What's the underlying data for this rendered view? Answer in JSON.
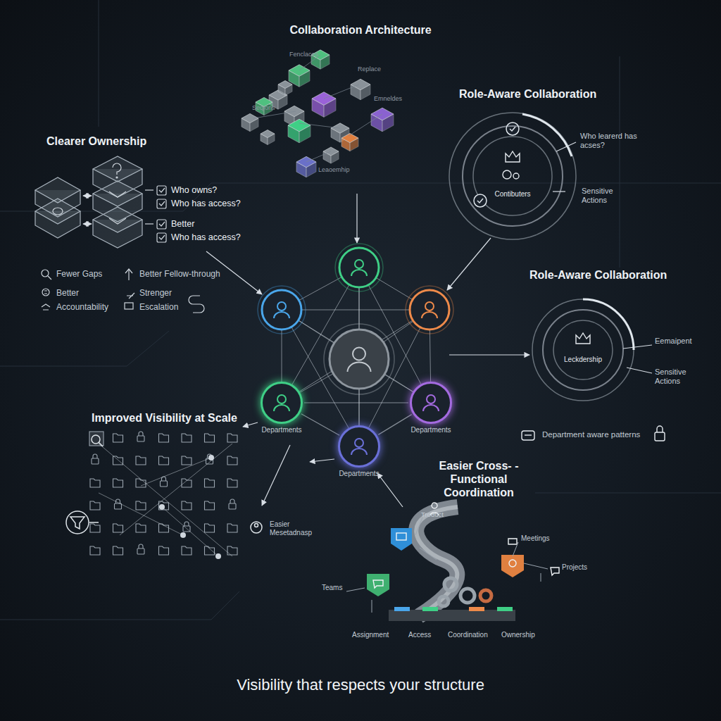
{
  "diagram": {
    "title": "Collaboration Architecture",
    "caption": "Visibility that respects your structure",
    "nodes": [
      {
        "text": [
          "Contibuters"
        ]
      },
      {
        "text": [
          "Leckdership"
        ]
      },
      {
        "text": [
          "Departments"
        ]
      },
      {
        "text": [
          "Departments"
        ]
      },
      {
        "text": [
          "Departments"
        ]
      }
    ],
    "edges": [
      {
        "from": 2,
        "to": 4,
        "arrow": "none"
      },
      {
        "from": 3,
        "to": 4,
        "arrow": "none"
      },
      {
        "from": 2,
        "to": 3,
        "arrow": "none"
      }
    ],
    "labels": [
      "Fenclaces",
      "Replace",
      "Emneldes",
      "Seqions",
      "Leaoemhip",
      "Clearer Ownership",
      "Who owns?",
      "Who has access?",
      "Better",
      "Who has access?",
      "Fewer Gaps",
      "Better Fellow-through",
      "Better",
      "Strenger",
      "Accountability",
      "Escalation",
      "Role-Aware Collaboration",
      "Who learerd has acses?",
      "Sensitive Actions",
      "Role-Aware Collaboration",
      "Eemaipent",
      "Sensitive Actions",
      "Department aware patterns",
      "Improved Visibility at Scale",
      "Easier Mesetadnasp",
      "Easier Cross- -Functional Coordination",
      "Treduct",
      "Meetings",
      "Projects",
      "Teams",
      "Assignment",
      "Access",
      "Coordination",
      "Ownership"
    ]
  }
}
